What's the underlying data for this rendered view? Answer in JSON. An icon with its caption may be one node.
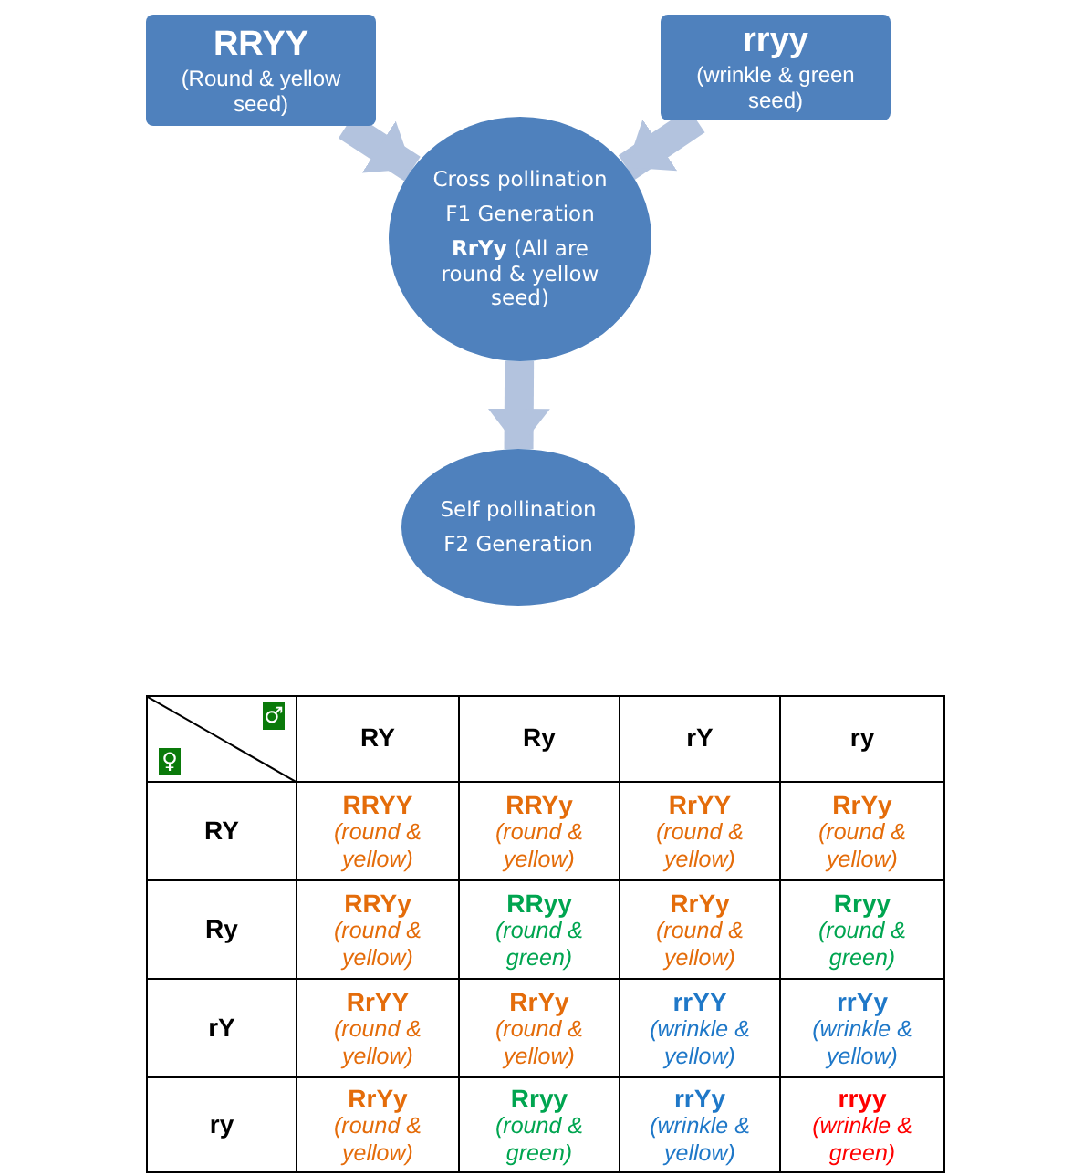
{
  "diagram": {
    "nodes": [
      {
        "text": [
          "RRYY",
          "(Round & yellow seed)"
        ]
      },
      {
        "text": [
          "rryy",
          "(wrinkle & green seed)"
        ]
      },
      {
        "text": [
          "Cross pollination",
          "F1 Generation",
          "**RrYy** (All are round & yellow seed)"
        ]
      },
      {
        "text": [
          "Self pollination",
          "F2 Generation"
        ]
      }
    ],
    "edges": [
      {
        "from": 0,
        "to": 2,
        "arrow": "to"
      },
      {
        "from": 1,
        "to": 2,
        "arrow": "to"
      },
      {
        "from": 2,
        "to": 3,
        "arrow": "to"
      }
    ],
    "labels": [
      "♂",
      "♀",
      "RY",
      "Ry",
      "rY",
      "ry",
      "RY",
      "RRYY",
      "(round & yellow)",
      "RRYy",
      "(round & yellow)",
      "RrYY",
      "(round & yellow)",
      "RrYy",
      "(round & yellow)",
      "Ry",
      "RRYy",
      "(round & yellow)",
      "RRyy",
      "(round & green)",
      "RrYy",
      "(round & yellow)",
      "Rryy",
      "(round & green)",
      "rY",
      "RrYY",
      "(round & yellow)",
      "RrYy",
      "(round & yellow)",
      "rrYY",
      "(wrinkle & yellow)",
      "rrYy",
      "(wrinkle & yellow)",
      "ry",
      "RrYy",
      "(round & yellow)",
      "Rryy",
      "(round & green)",
      "rrYy",
      "(wrinkle & yellow)",
      "rryy",
      "(wrinkle & green)"
    ]
  }
}
